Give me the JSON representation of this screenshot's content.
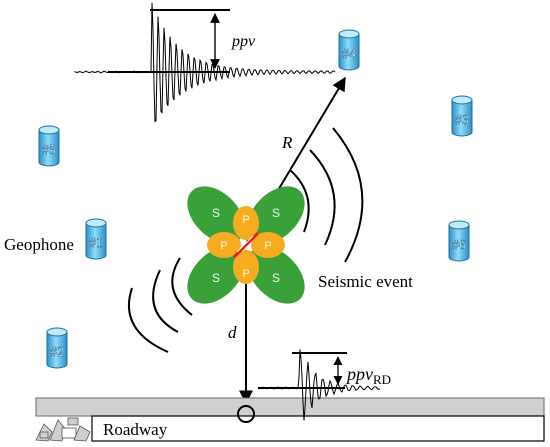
{
  "labels": {
    "ppv": "ppv",
    "ppv_rd_main": "ppv",
    "ppv_rd_sub": "RD",
    "R": "R",
    "d": "d",
    "geophone": "Geophone",
    "seismic_event": "Seismic event",
    "roadway": "Roadway"
  },
  "geophones": [
    {
      "id": "g1",
      "label": "#1"
    },
    {
      "id": "g2",
      "label": "#2"
    },
    {
      "id": "g3",
      "label": "#3"
    },
    {
      "id": "g4",
      "label": "#4"
    },
    {
      "id": "g5",
      "label": "#5"
    },
    {
      "id": "g6",
      "label": "#6"
    }
  ],
  "lobes": {
    "s_label": "S",
    "p_label": "P"
  },
  "colors": {
    "geophone_fill": "#5dc3ee",
    "geophone_stroke": "#1e6f9c",
    "s_lobe": "#3aa13a",
    "p_lobe": "#f5ac20",
    "fault": "#e0251b",
    "road_fill": "#d0d0d0"
  }
}
